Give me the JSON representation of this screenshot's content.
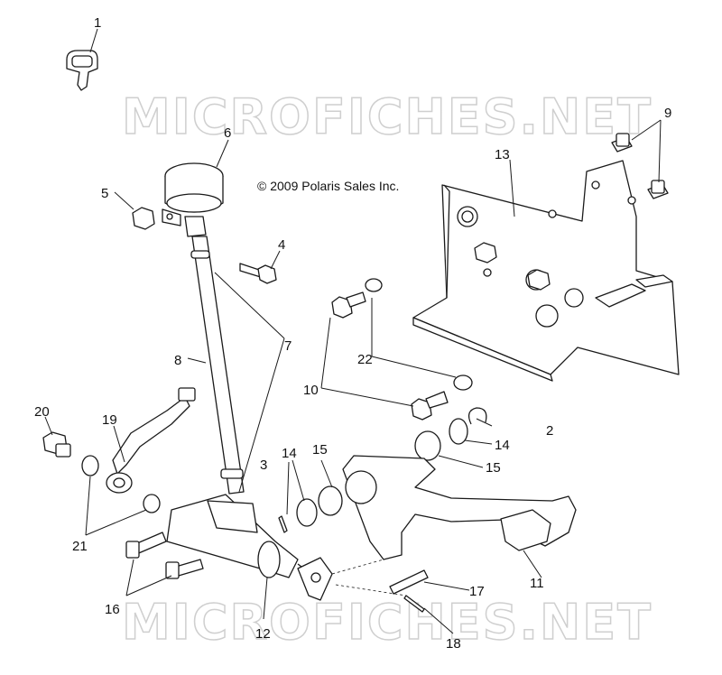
{
  "copyright": "© 2009 Polaris Sales Inc.",
  "watermark": "MICROFICHES.NET",
  "callouts": [
    "1",
    "2",
    "3",
    "4",
    "5",
    "6",
    "7",
    "8",
    "9",
    "10",
    "11",
    "12",
    "13",
    "14",
    "14",
    "15",
    "15",
    "16",
    "17",
    "18",
    "19",
    "20",
    "21",
    "22"
  ]
}
